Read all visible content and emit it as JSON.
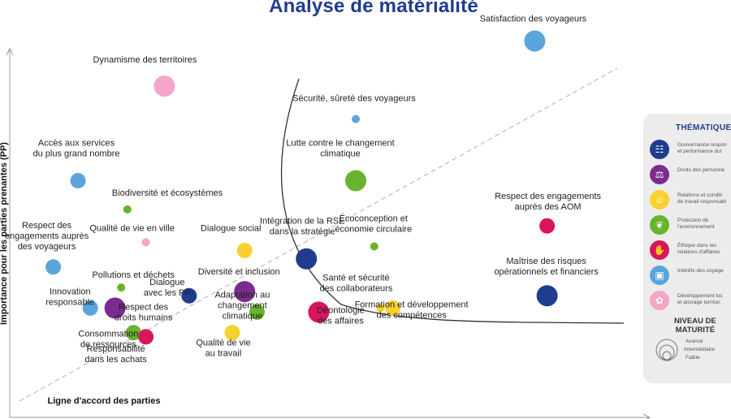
{
  "title": "Analyse de matérialité",
  "chart_data": {
    "type": "scatter",
    "title": "Analyse de matérialité",
    "xlabel": "",
    "ylabel": "Importance pour les parties prenantes (PP)",
    "diagonal_label": "Ligne d'accord des parties",
    "grid": false,
    "legend_position": "right",
    "points": [
      {
        "label": "Satisfaction des voyageurs",
        "x": 84,
        "y": 92,
        "size": "large",
        "theme": "voyageurs"
      },
      {
        "label": "Dynamisme des territoires",
        "x": 24,
        "y": 81,
        "size": "large",
        "theme": "territoires"
      },
      {
        "label": "Sécurité, sûreté des voyageurs",
        "x": 55,
        "y": 73,
        "size": "small",
        "theme": "voyageurs"
      },
      {
        "label": "Lutte contre le changement climatique",
        "x": 55,
        "y": 58,
        "size": "large",
        "theme": "environnement"
      },
      {
        "label": "Accès aux services du plus grand nombre",
        "x": 10,
        "y": 58,
        "size": "medium",
        "theme": "voyageurs"
      },
      {
        "label": "Biodiversité et écosystèmes",
        "x": 18,
        "y": 51,
        "size": "small",
        "theme": "environnement"
      },
      {
        "label": "Respect des engagements auprès des AOM",
        "x": 86,
        "y": 47,
        "size": "medium",
        "theme": "ethique"
      },
      {
        "label": "Qualité de vie en ville",
        "x": 21,
        "y": 43,
        "size": "small",
        "theme": "territoires"
      },
      {
        "label": "Écoconception et économie circulaire",
        "x": 58,
        "y": 42,
        "size": "small",
        "theme": "environnement"
      },
      {
        "label": "Dialogue social",
        "x": 37,
        "y": 41,
        "size": "medium",
        "theme": "relations"
      },
      {
        "label": "Intégration de la RSE dans la stratégie",
        "x": 47,
        "y": 39,
        "size": "large",
        "theme": "gouvernance"
      },
      {
        "label": "Respect des engagements auprès des voyageurs",
        "x": 6,
        "y": 37,
        "size": "medium",
        "theme": "voyageurs"
      },
      {
        "label": "Maîtrise des risques opérationnels et financiers",
        "x": 86,
        "y": 30,
        "size": "large",
        "theme": "gouvernance"
      },
      {
        "label": "Dialogue avec les PP",
        "x": 28,
        "y": 30,
        "size": "medium",
        "theme": "gouvernance"
      },
      {
        "label": "Diversité et inclusion",
        "x": 37,
        "y": 31,
        "size": "large",
        "theme": "droits"
      },
      {
        "label": "Pollutions et déchets",
        "x": 17,
        "y": 32,
        "size": "small",
        "theme": "environnement"
      },
      {
        "label": "Innovation responsable",
        "x": 12,
        "y": 27,
        "size": "medium",
        "theme": "voyageurs"
      },
      {
        "label": "Respect des droits humains",
        "x": 16,
        "y": 27,
        "size": "large",
        "theme": "droits"
      },
      {
        "label": "Adaptation au changement climatique",
        "x": 39,
        "y": 26,
        "size": "medium",
        "theme": "environnement"
      },
      {
        "label": "Santé et sécurité des collaborateurs",
        "x": 59,
        "y": 27,
        "size": "small",
        "theme": "relations"
      },
      {
        "label": "Formation et développement des compétences",
        "x": 61,
        "y": 27,
        "size": "medium",
        "theme": "relations"
      },
      {
        "label": "Déontologie des affaires",
        "x": 49,
        "y": 26,
        "size": "large",
        "theme": "ethique"
      },
      {
        "label": "Consommation de ressources",
        "x": 19,
        "y": 21,
        "size": "medium",
        "theme": "environnement"
      },
      {
        "label": "Responsabilité dans les achats",
        "x": 21,
        "y": 20,
        "size": "medium",
        "theme": "ethique"
      },
      {
        "label": "Qualité de vie au travail",
        "x": 35,
        "y": 21,
        "size": "medium",
        "theme": "relations"
      }
    ]
  },
  "labels": [
    {
      "lines": [
        "Satisfaction des voyageurs"
      ],
      "anchor": "middle"
    },
    {
      "lines": [
        "Dynamisme des territoires"
      ],
      "anchor": "middle"
    },
    {
      "lines": [
        "Sécurité, sûreté des voyageurs"
      ],
      "anchor": "middle"
    },
    {
      "lines": [
        "Lutte contre le changement",
        "climatique"
      ],
      "anchor": "middle"
    },
    {
      "lines": [
        "Accès aux services",
        "du plus grand nombre"
      ],
      "anchor": "middle"
    },
    {
      "lines": [
        "Biodiversité et écosystèmes"
      ],
      "anchor": "start"
    },
    {
      "lines": [
        "Respect des engagements",
        "auprès des AOM"
      ],
      "anchor": "middle"
    },
    {
      "lines": [
        "Qualité de vie en ville"
      ],
      "anchor": "middle"
    },
    {
      "lines": [
        "Écoconception et",
        "économie circulaire"
      ],
      "anchor": "middle"
    },
    {
      "lines": [
        "Dialogue social"
      ],
      "anchor": "middle"
    },
    {
      "lines": [
        "Intégration de la RSE",
        "dans la stratégie"
      ],
      "anchor": "middle"
    },
    {
      "lines": [
        "Respect des",
        "engagements auprès",
        "des voyageurs"
      ],
      "anchor": "middle"
    },
    {
      "lines": [
        "Maîtrise des risques",
        "opérationnels et financiers"
      ],
      "anchor": "middle"
    },
    {
      "lines": [
        "Dialogue",
        "avec les PP"
      ],
      "anchor": "middle"
    },
    {
      "lines": [
        "Diversité et inclusion"
      ],
      "anchor": "middle"
    },
    {
      "lines": [
        "Pollutions et déchets"
      ],
      "anchor": "middle"
    },
    {
      "lines": [
        "Innovation",
        "responsable"
      ],
      "anchor": "middle"
    },
    {
      "lines": [
        "Respect des",
        "droits humains"
      ],
      "anchor": "middle"
    },
    {
      "lines": [
        "Adaptation au",
        "changement",
        "climatique"
      ],
      "anchor": "middle"
    },
    {
      "lines": [
        "Santé et sécurité",
        "des collaborateurs"
      ],
      "anchor": "middle"
    },
    {
      "lines": [
        "Formation et développement",
        "des compétences"
      ],
      "anchor": "middle"
    },
    {
      "lines": [
        "Déontologie",
        "des affaires"
      ],
      "anchor": "middle"
    },
    {
      "lines": [
        "Consommation",
        "de ressources"
      ],
      "anchor": "middle"
    },
    {
      "lines": [
        "Responsabilité",
        "dans les achats"
      ],
      "anchor": "middle"
    },
    {
      "lines": [
        "Qualité de vie",
        "au travail"
      ],
      "anchor": "middle"
    }
  ],
  "themes": {
    "gouvernance": "#1f3c8f",
    "droits": "#7b2d8e",
    "relations": "#f7d12e",
    "environnement": "#69b42d",
    "ethique": "#d9155e",
    "voyageurs": "#5aa6dc",
    "territoires": "#f3a6c8"
  },
  "legend": {
    "title": "THÉMATIQUES",
    "items": [
      {
        "theme": "gouvernance",
        "text": "Gouvernance respon\net performance dur",
        "icon": "org-chart-icon",
        "glyph": "☷"
      },
      {
        "theme": "droits",
        "text": "Droits des personne",
        "icon": "scales-icon",
        "glyph": "⚖"
      },
      {
        "theme": "relations",
        "text": "Relations et conditi\nde travail responsabl",
        "icon": "people-icon",
        "glyph": "☺"
      },
      {
        "theme": "environnement",
        "text": "Protection de\nl'environnement",
        "icon": "leaf-icon",
        "glyph": "❦"
      },
      {
        "theme": "ethique",
        "text": "Éthique dans les\nrelations d'affaires",
        "icon": "handshake-icon",
        "glyph": "✋"
      },
      {
        "theme": "voyageurs",
        "text": "Intérêts des voyage",
        "icon": "bus-icon",
        "glyph": "▣"
      },
      {
        "theme": "territoires",
        "text": "Développement loc\net ancrage territori",
        "icon": "flower-icon",
        "glyph": "✿"
      }
    ],
    "maturity_title": "NIVEAU DE\nMATURITÉ",
    "maturity_levels": [
      "Avancé",
      "Intermédiaire",
      "Faible"
    ]
  }
}
